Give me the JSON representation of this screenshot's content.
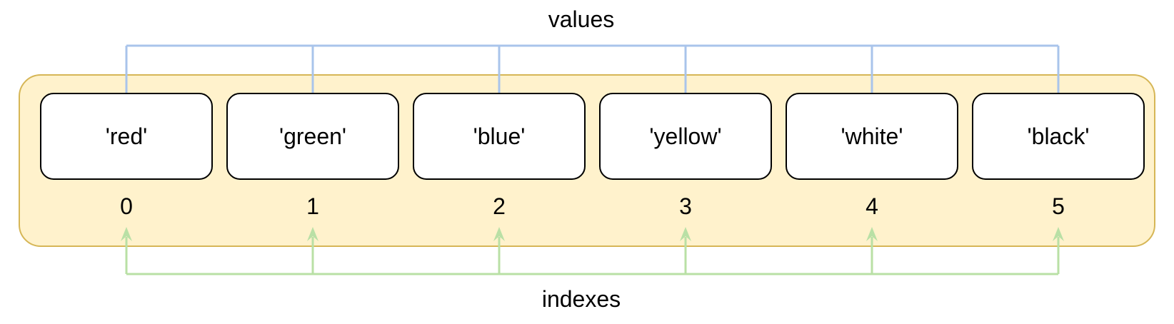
{
  "labels": {
    "values": "values",
    "indexes": "indexes"
  },
  "cells": [
    {
      "value": "'red'",
      "index": "0"
    },
    {
      "value": "'green'",
      "index": "1"
    },
    {
      "value": "'blue'",
      "index": "2"
    },
    {
      "value": "'yellow'",
      "index": "3"
    },
    {
      "value": "'white'",
      "index": "4"
    },
    {
      "value": "'black'",
      "index": "5"
    }
  ],
  "colors": {
    "container_fill": "#fff2cc",
    "container_stroke": "#d6b656",
    "cell_fill": "#ffffff",
    "cell_stroke": "#000000",
    "values_arrow": "#a9c4eb",
    "indexes_arrow": "#b9e0a5"
  }
}
